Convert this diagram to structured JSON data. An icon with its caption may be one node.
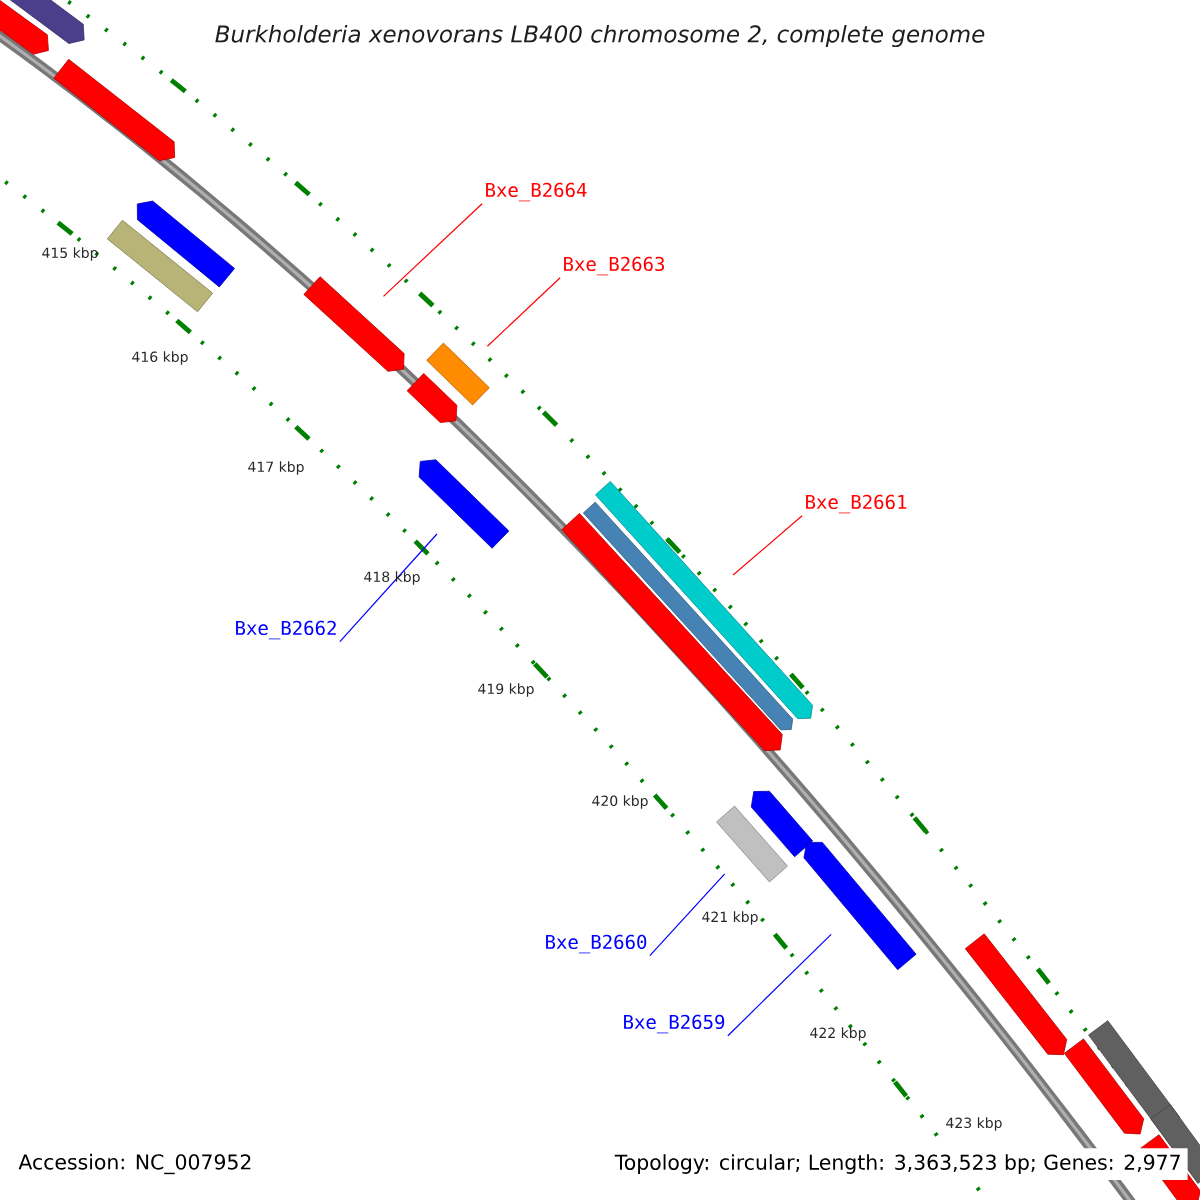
{
  "diagram": {
    "title": "Burkholderia xenovorans LB400 chromosome 2, complete genome",
    "nodes": [
      {
        "text": [],
        "shape": "arrow"
      },
      {
        "text": [],
        "shape": "arrow"
      },
      {
        "text": [],
        "shape": "arrow"
      },
      {
        "text": [
          "Bxe_B2664"
        ]
      },
      {
        "text": [],
        "shape": "arrow"
      },
      {
        "text": [],
        "shape": "box"
      },
      {
        "text": [
          "Bxe_B2663"
        ]
      },
      {
        "text": [],
        "shape": "arrow"
      },
      {
        "text": [],
        "shape": "box"
      },
      {
        "text": [],
        "shape": "arrow"
      },
      {
        "text": [
          "Bxe_B2661"
        ]
      },
      {
        "text": [],
        "shape": "arrow"
      },
      {
        "text": [],
        "shape": "arrow"
      },
      {
        "text": [],
        "shape": "arrow"
      },
      {
        "text": [
          "Bxe_B2662"
        ]
      },
      {
        "text": [],
        "shape": "arrow"
      },
      {
        "text": [],
        "shape": "arrow"
      },
      {
        "text": [],
        "shape": "box"
      },
      {
        "text": [],
        "shape": "arrow"
      },
      {
        "text": [
          "Bxe_B2660"
        ]
      },
      {
        "text": [],
        "shape": "arrow"
      },
      {
        "text": [
          "Bxe_B2659"
        ]
      },
      {
        "text": [],
        "shape": "box"
      },
      {
        "text": [],
        "shape": "arrow"
      },
      {
        "text": [],
        "shape": "box"
      },
      {
        "text": [],
        "shape": "arrow"
      }
    ],
    "edges": [
      {
        "from": 3,
        "to": 7,
        "arrow": "none",
        "color": "#ff0000"
      },
      {
        "from": 6,
        "to": 8,
        "arrow": "none",
        "color": "#ff0000"
      },
      {
        "from": 10,
        "to": 12,
        "arrow": "none",
        "color": "#ff0000"
      },
      {
        "from": 14,
        "to": 11,
        "arrow": "none",
        "color": "#0000ff"
      },
      {
        "from": 19,
        "to": 17,
        "arrow": "none",
        "color": "#0000ff"
      },
      {
        "from": 21,
        "to": 18,
        "arrow": "none",
        "color": "#0000ff"
      }
    ],
    "labels": [
      "415 kbp",
      "416 kbp",
      "417 kbp",
      "418 kbp",
      "419 kbp",
      "420 kbp",
      "421 kbp",
      "422 kbp",
      "423 kbp",
      "Accession: NC_007952",
      "Topology: circular; Length: 3,363,523 bp; Genes: 2,977"
    ]
  }
}
